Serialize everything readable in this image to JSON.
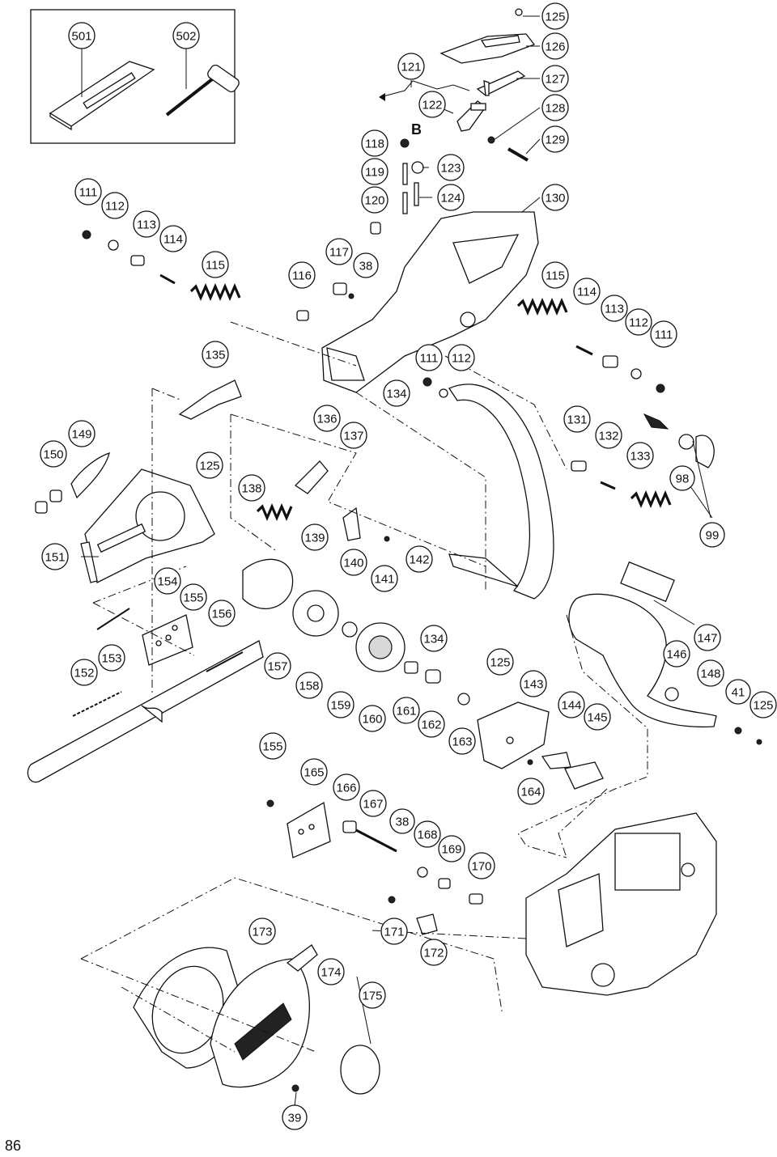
{
  "page": {
    "number": "86"
  },
  "section_label": "B",
  "callouts": [
    {
      "id": "c501",
      "text": "501"
    },
    {
      "id": "c502",
      "text": "502"
    },
    {
      "id": "c125a",
      "text": "125"
    },
    {
      "id": "c126",
      "text": "126"
    },
    {
      "id": "c121",
      "text": "121"
    },
    {
      "id": "c127",
      "text": "127"
    },
    {
      "id": "c122",
      "text": "122"
    },
    {
      "id": "c128",
      "text": "128"
    },
    {
      "id": "c118",
      "text": "118"
    },
    {
      "id": "c129",
      "text": "129"
    },
    {
      "id": "c119",
      "text": "119"
    },
    {
      "id": "c123",
      "text": "123"
    },
    {
      "id": "c120",
      "text": "120"
    },
    {
      "id": "c124",
      "text": "124"
    },
    {
      "id": "c130",
      "text": "130"
    },
    {
      "id": "c111a",
      "text": "111"
    },
    {
      "id": "c112a",
      "text": "112"
    },
    {
      "id": "c113a",
      "text": "113"
    },
    {
      "id": "c114a",
      "text": "114"
    },
    {
      "id": "c115a",
      "text": "115"
    },
    {
      "id": "c117",
      "text": "117"
    },
    {
      "id": "c38a",
      "text": "38"
    },
    {
      "id": "c116",
      "text": "116"
    },
    {
      "id": "c115b",
      "text": "115"
    },
    {
      "id": "c114b",
      "text": "114"
    },
    {
      "id": "c113b",
      "text": "113"
    },
    {
      "id": "c112b",
      "text": "112"
    },
    {
      "id": "c111b",
      "text": "111"
    },
    {
      "id": "c135",
      "text": "135"
    },
    {
      "id": "c111c",
      "text": "111"
    },
    {
      "id": "c112c",
      "text": "112"
    },
    {
      "id": "c134a",
      "text": "134"
    },
    {
      "id": "c136",
      "text": "136"
    },
    {
      "id": "c149",
      "text": "149"
    },
    {
      "id": "c131",
      "text": "131"
    },
    {
      "id": "c137",
      "text": "137"
    },
    {
      "id": "c132",
      "text": "132"
    },
    {
      "id": "c150",
      "text": "150"
    },
    {
      "id": "c125b",
      "text": "125"
    },
    {
      "id": "c133",
      "text": "133"
    },
    {
      "id": "c98",
      "text": "98"
    },
    {
      "id": "c138",
      "text": "138"
    },
    {
      "id": "c99",
      "text": "99"
    },
    {
      "id": "c139",
      "text": "139"
    },
    {
      "id": "c151",
      "text": "151"
    },
    {
      "id": "c140",
      "text": "140"
    },
    {
      "id": "c142",
      "text": "142"
    },
    {
      "id": "c141",
      "text": "141"
    },
    {
      "id": "c154",
      "text": "154"
    },
    {
      "id": "c155a",
      "text": "155"
    },
    {
      "id": "c156",
      "text": "156"
    },
    {
      "id": "c147",
      "text": "147"
    },
    {
      "id": "c134b",
      "text": "134"
    },
    {
      "id": "c153",
      "text": "153"
    },
    {
      "id": "c146",
      "text": "146"
    },
    {
      "id": "c125c",
      "text": "125"
    },
    {
      "id": "c157",
      "text": "157"
    },
    {
      "id": "c152",
      "text": "152"
    },
    {
      "id": "c143",
      "text": "143"
    },
    {
      "id": "c148",
      "text": "148"
    },
    {
      "id": "c158",
      "text": "158"
    },
    {
      "id": "c41",
      "text": "41"
    },
    {
      "id": "c125d",
      "text": "125"
    },
    {
      "id": "c159",
      "text": "159"
    },
    {
      "id": "c161",
      "text": "161"
    },
    {
      "id": "c144",
      "text": "144"
    },
    {
      "id": "c160",
      "text": "160"
    },
    {
      "id": "c162",
      "text": "162"
    },
    {
      "id": "c145",
      "text": "145"
    },
    {
      "id": "c163",
      "text": "163"
    },
    {
      "id": "c155b",
      "text": "155"
    },
    {
      "id": "c165",
      "text": "165"
    },
    {
      "id": "c164",
      "text": "164"
    },
    {
      "id": "c166",
      "text": "166"
    },
    {
      "id": "c167",
      "text": "167"
    },
    {
      "id": "c38b",
      "text": "38"
    },
    {
      "id": "c168",
      "text": "168"
    },
    {
      "id": "c169",
      "text": "169"
    },
    {
      "id": "c170",
      "text": "170"
    },
    {
      "id": "c173",
      "text": "173"
    },
    {
      "id": "c171",
      "text": "171"
    },
    {
      "id": "c174",
      "text": "174"
    },
    {
      "id": "c172",
      "text": "172"
    },
    {
      "id": "c175",
      "text": "175"
    },
    {
      "id": "c39",
      "text": "39"
    }
  ]
}
